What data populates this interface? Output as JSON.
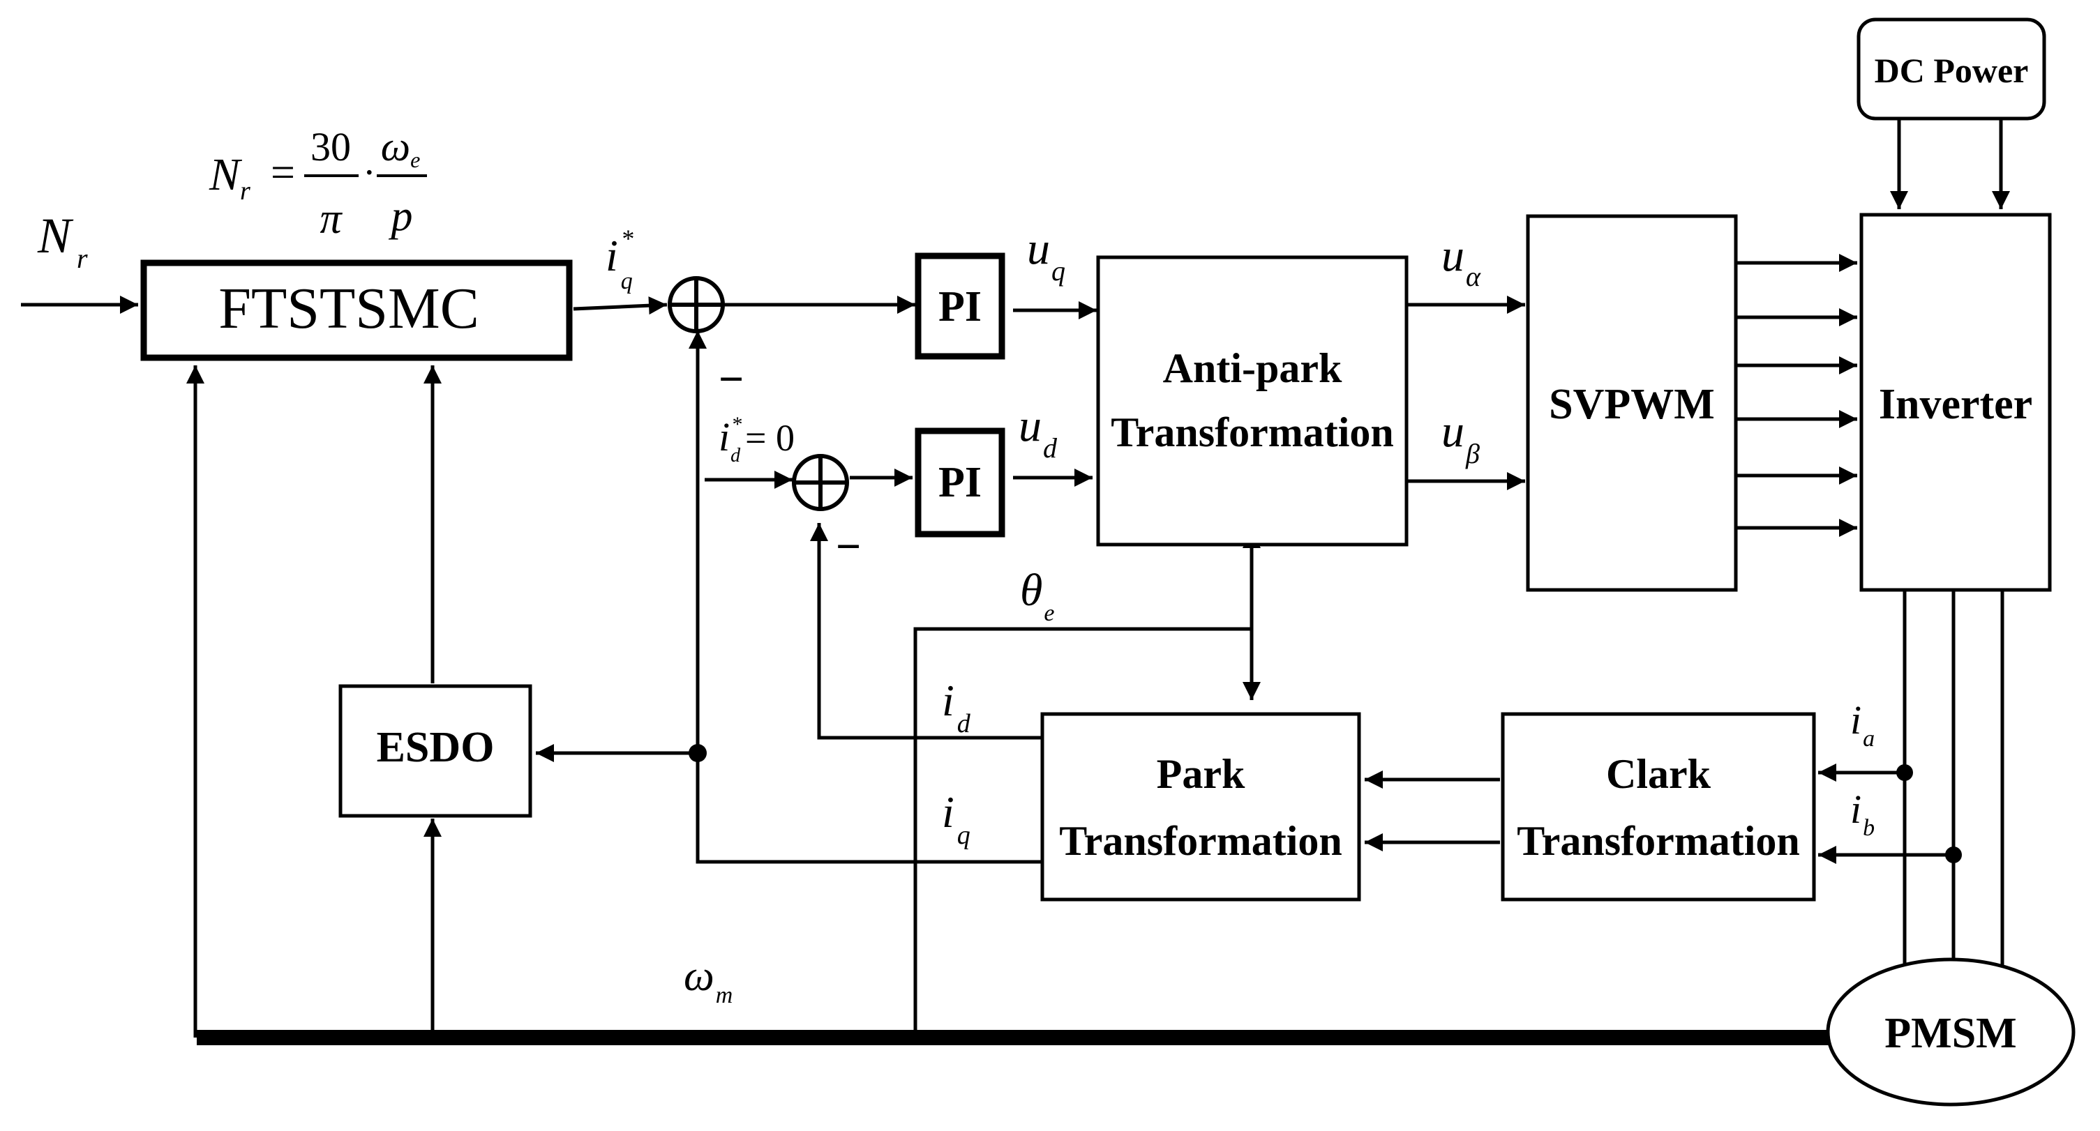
{
  "blocks": {
    "ftstsmc": "FTSTSMC",
    "pi_q": "PI",
    "pi_d": "PI",
    "antipark_line1": "Anti-park",
    "antipark_line2": "Transformation",
    "svpwm": "SVPWM",
    "inverter": "Inverter",
    "dc_power": "DC Power",
    "esdo": "ESDO",
    "park_line1": "Park",
    "park_line2": "Transformation",
    "clark_line1": "Clark",
    "clark_line2": "Transformation",
    "pmsm": "PMSM"
  },
  "equation": {
    "lhs_var": "N",
    "lhs_sub": "r",
    "equals": "=",
    "num1": "30",
    "den1": "π",
    "dot": "·",
    "num2_var": "ω",
    "num2_sub": "e",
    "den2": "p"
  },
  "signals": {
    "nr_var": "N",
    "nr_sub": "r",
    "iq_ref_var": "i",
    "iq_ref_sub": "q",
    "iq_ref_sup": "*",
    "id_ref_var": "i",
    "id_ref_sub": "d",
    "id_ref_sup": "*",
    "id_ref_value": "= 0",
    "uq_var": "u",
    "uq_sub": "q",
    "ud_var": "u",
    "ud_sub": "d",
    "ualpha_var": "u",
    "ualpha_sub": "α",
    "ubeta_var": "u",
    "ubeta_sub": "β",
    "theta_var": "θ",
    "theta_sub": "e",
    "id_var": "i",
    "id_sub": "d",
    "iq_var": "i",
    "iq_sub": "q",
    "ia_var": "i",
    "ia_sub": "a",
    "ib_var": "i",
    "ib_sub": "b",
    "wm_var": "ω",
    "wm_sub": "m"
  },
  "summing_signs": {
    "sum_q_minus": "−",
    "sum_d_minus": "−"
  }
}
